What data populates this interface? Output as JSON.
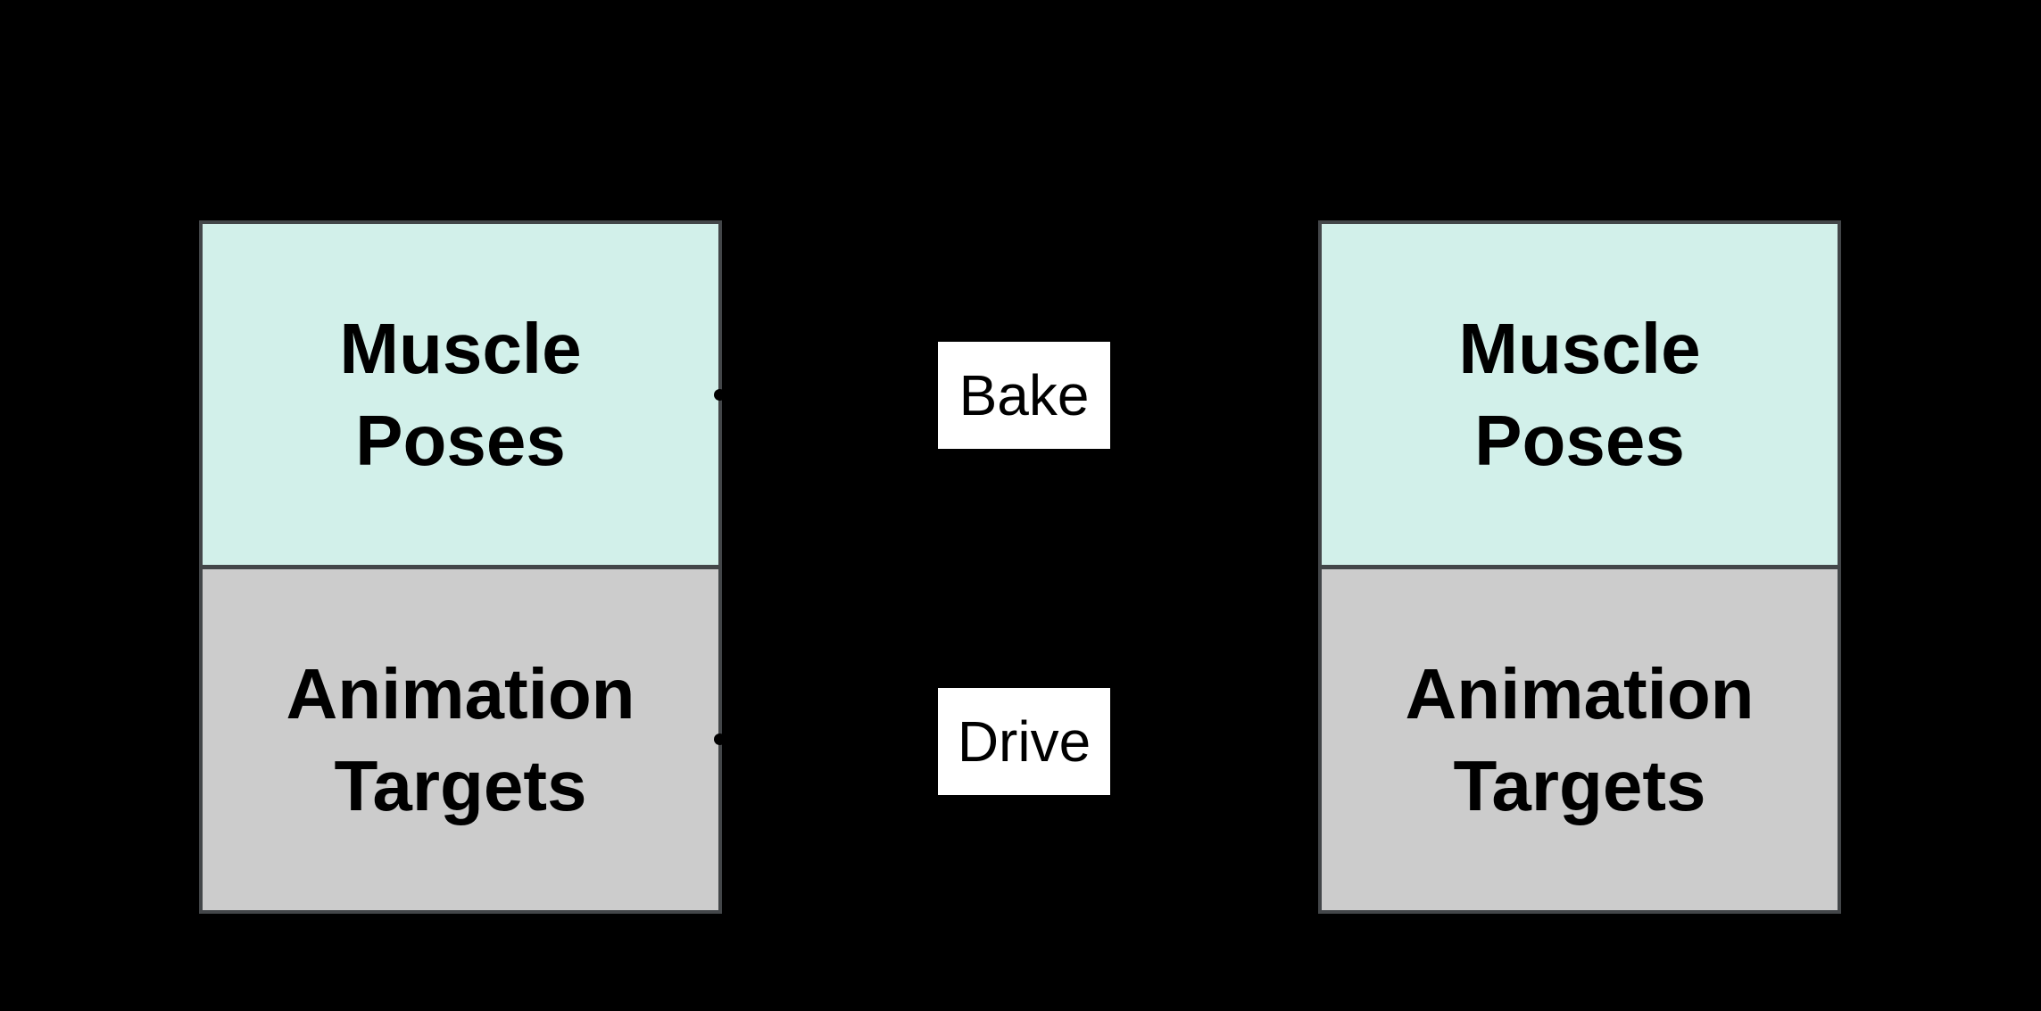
{
  "canvas": {
    "background": "#000000"
  },
  "diagram": {
    "colors": {
      "muscle_fill": "#d2f0ea",
      "targets_fill": "#cccccc",
      "box_border": "#434649",
      "edge_label_bg": "#ffffff",
      "text": "#000000"
    },
    "stacks": [
      {
        "side": "left",
        "sections": [
          {
            "label": "Muscle\nPoses"
          },
          {
            "label": "Animation\nTargets"
          }
        ]
      },
      {
        "side": "right",
        "sections": [
          {
            "label": "Muscle\nPoses"
          },
          {
            "label": "Animation\nTargets"
          }
        ]
      }
    ],
    "edge_labels": [
      {
        "label": "Bake"
      },
      {
        "label": "Drive"
      }
    ],
    "connector_dots": [
      {
        "name": "bake-arrow-endpoint"
      },
      {
        "name": "drive-arrow-endpoint"
      }
    ]
  }
}
